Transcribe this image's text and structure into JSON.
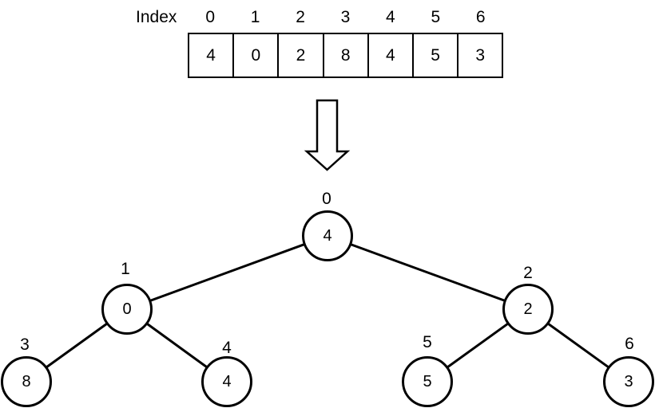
{
  "array": {
    "label": "Index",
    "indices": [
      "0",
      "1",
      "2",
      "3",
      "4",
      "5",
      "6"
    ],
    "values": [
      "4",
      "0",
      "2",
      "8",
      "4",
      "5",
      "3"
    ]
  },
  "tree": {
    "nodes": [
      {
        "index": "0",
        "value": "4"
      },
      {
        "index": "1",
        "value": "0"
      },
      {
        "index": "2",
        "value": "2"
      },
      {
        "index": "3",
        "value": "8"
      },
      {
        "index": "4",
        "value": "4"
      },
      {
        "index": "5",
        "value": "5"
      },
      {
        "index": "6",
        "value": "3"
      }
    ]
  },
  "colors": {
    "stroke": "#000000",
    "background": "#ffffff"
  }
}
